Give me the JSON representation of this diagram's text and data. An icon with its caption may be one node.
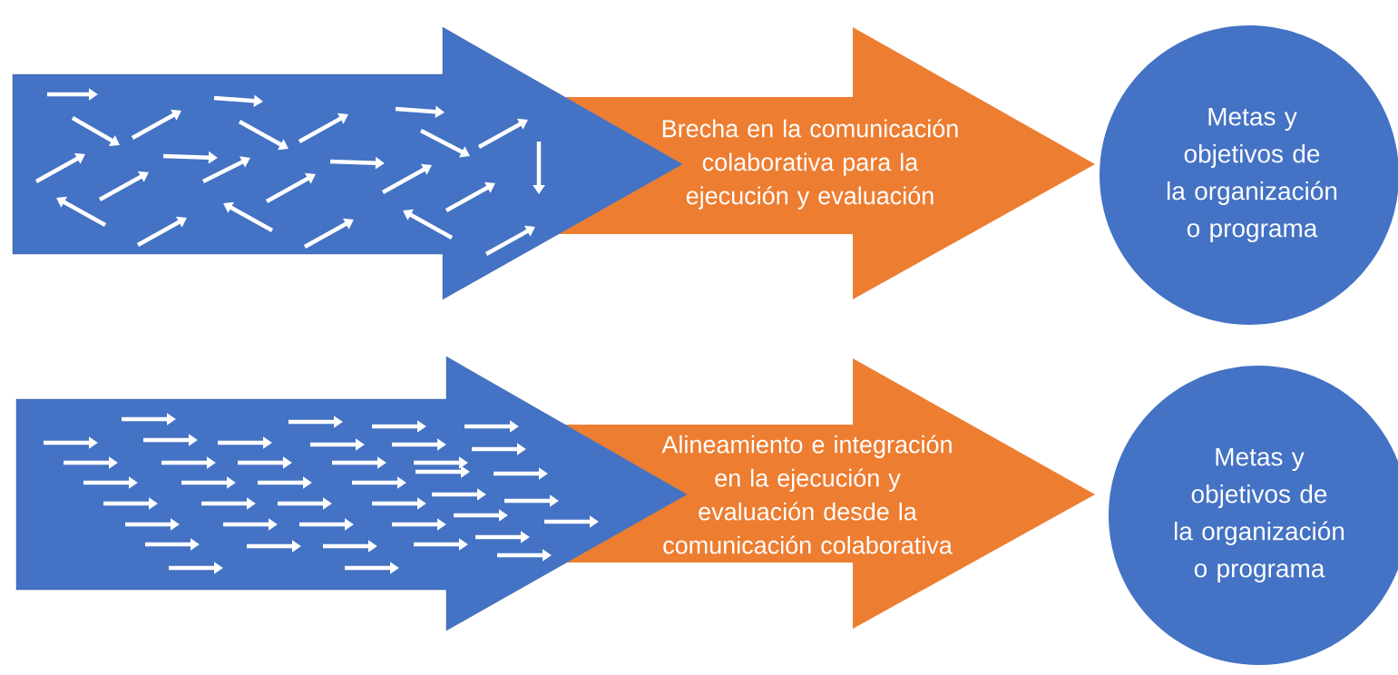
{
  "diagram": {
    "nodes": [
      {
        "text": [],
        "shape": "arrow"
      },
      {
        "text": [
          "Brecha en la comunicación colaborativa para la ejecución y evaluación"
        ]
      },
      {
        "text": [
          "Metas y objetivos de la organización o programa"
        ]
      },
      {
        "text": [],
        "shape": "arrow"
      },
      {
        "text": [
          "Alineamiento e integración en la ejecución y evaluación desde la comunicación colaborativa"
        ]
      },
      {
        "text": [
          "Metas y objetivos de la organización o programa"
        ]
      }
    ]
  }
}
